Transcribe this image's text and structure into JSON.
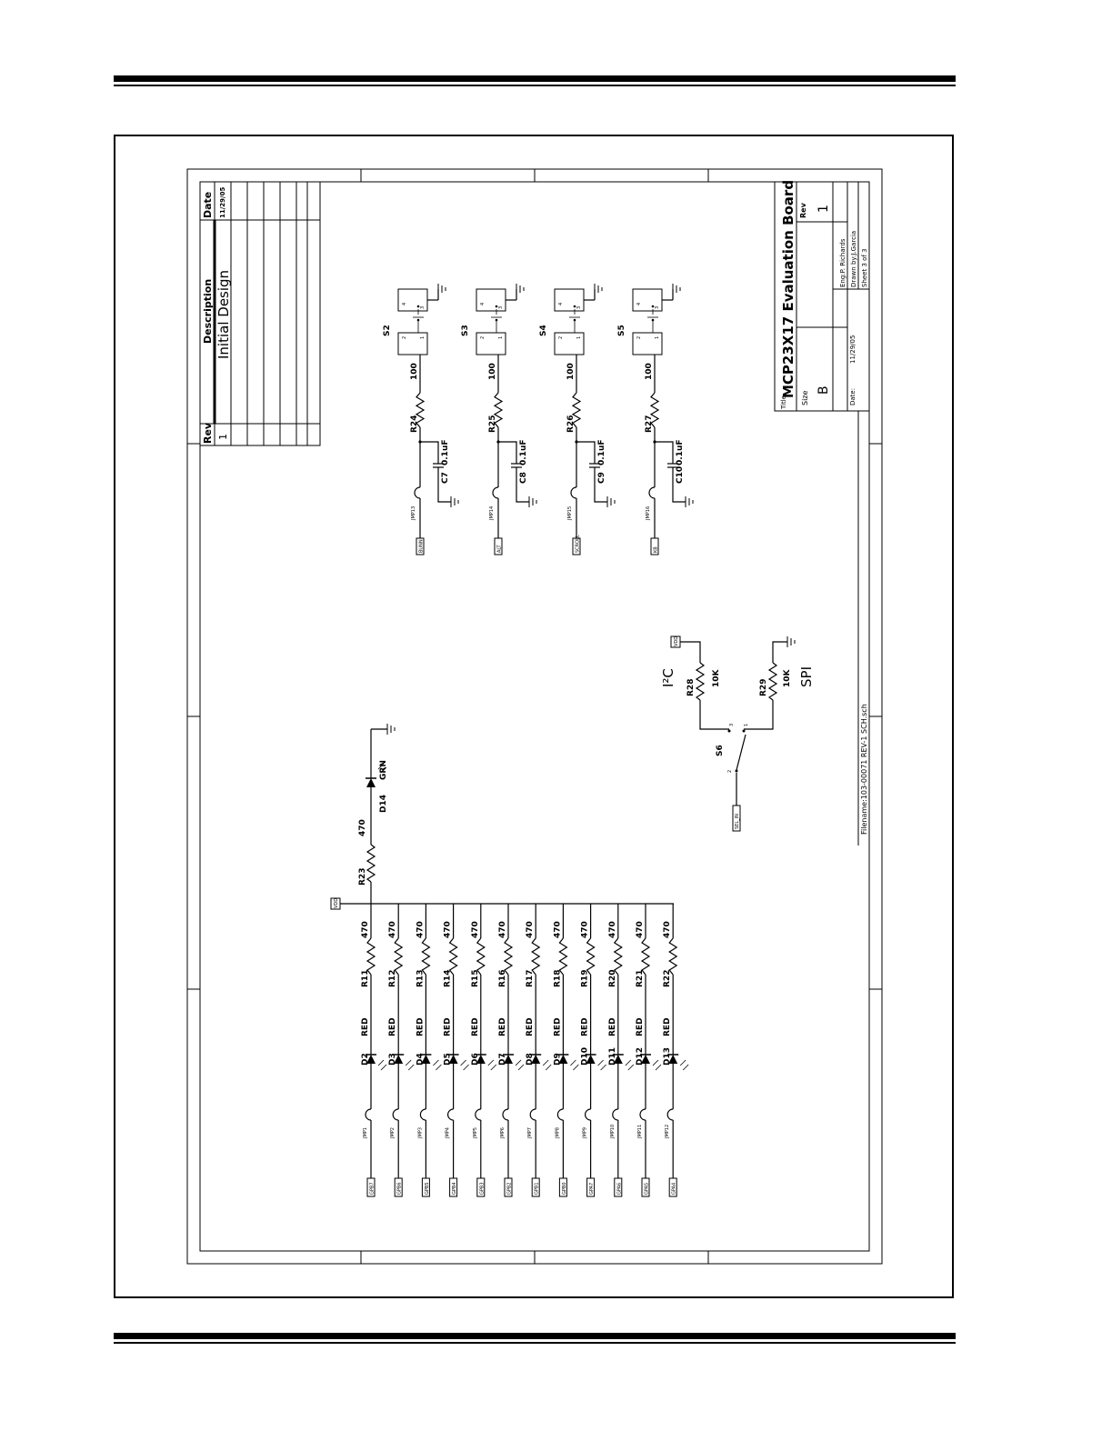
{
  "revision_table": {
    "header_rev": "Rev",
    "header_description": "Description",
    "header_date": "Date",
    "row_rev": "1",
    "row_description": "Initial Design",
    "row_date": "11/29/05"
  },
  "title_block": {
    "title_prefix": "Title",
    "title": "MCP23X17 Evaluation Board",
    "size_label": "Size",
    "size_value": "B",
    "rev_label": "Rev",
    "rev_value": "1",
    "date_label": "Date:",
    "date_value": "11/29/05",
    "eng": "Eng:P. Richards",
    "drawn": "Drawn by:J.Garcia",
    "sheet": "Sheet 3 of 3",
    "filename": "Filename:103-00071 REV-1 SCH.sch"
  },
  "led_rows": [
    {
      "port": "GPB7",
      "jmp": "JMP1",
      "diode": "D2",
      "color": "RED",
      "res": "R11",
      "value": "470"
    },
    {
      "port": "GPB6",
      "jmp": "JMP2",
      "diode": "D3",
      "color": "RED",
      "res": "R12",
      "value": "470"
    },
    {
      "port": "GPB5",
      "jmp": "JMP3",
      "diode": "D4",
      "color": "RED",
      "res": "R13",
      "value": "470"
    },
    {
      "port": "GPB4",
      "jmp": "JMP4",
      "diode": "D5",
      "color": "RED",
      "res": "R14",
      "value": "470"
    },
    {
      "port": "GPB3",
      "jmp": "JMP5",
      "diode": "D6",
      "color": "RED",
      "res": "R15",
      "value": "470"
    },
    {
      "port": "GPB2",
      "jmp": "JMP6",
      "diode": "D7",
      "color": "RED",
      "res": "R16",
      "value": "470"
    },
    {
      "port": "GPB1",
      "jmp": "JMP7",
      "diode": "D8",
      "color": "RED",
      "res": "R17",
      "value": "470"
    },
    {
      "port": "GPB0",
      "jmp": "JMP8",
      "diode": "D9",
      "color": "RED",
      "res": "R18",
      "value": "470"
    },
    {
      "port": "GPA7",
      "jmp": "JMP9",
      "diode": "D10",
      "color": "RED",
      "res": "R19",
      "value": "470"
    },
    {
      "port": "GPA6",
      "jmp": "JMP10",
      "diode": "D11",
      "color": "RED",
      "res": "R20",
      "value": "470"
    },
    {
      "port": "GPA5",
      "jmp": "JMP11",
      "diode": "D12",
      "color": "RED",
      "res": "R21",
      "value": "470"
    },
    {
      "port": "GPA4",
      "jmp": "JMP12",
      "diode": "D13",
      "color": "RED",
      "res": "R22",
      "value": "470"
    }
  ],
  "vdd_label": "VDD",
  "power_led": {
    "res": "R23",
    "value": "470",
    "diode": "D14",
    "color": "GRN"
  },
  "switch_rows": [
    {
      "net": "BUNN",
      "jmp": "JMP13",
      "cap": "C7",
      "cap_value": "0.1uF",
      "res": "R24",
      "value": "100",
      "sw": "S2"
    },
    {
      "net": "ALT",
      "jmp": "JMP14",
      "cap": "C8",
      "cap_value": "0.1uF",
      "res": "R25",
      "value": "100",
      "sw": "S3"
    },
    {
      "net": "SCROLL",
      "jmp": "JMP15",
      "cap": "C9",
      "cap_value": "0.1uF",
      "res": "R26",
      "value": "100",
      "sw": "S4"
    },
    {
      "net": "KB",
      "jmp": "JMP16",
      "cap": "C10",
      "cap_value": "0.1uF",
      "res": "R27",
      "value": "100",
      "sw": "S5"
    }
  ],
  "sw_pins": [
    "2",
    "1",
    "4",
    "3"
  ],
  "select": {
    "net": "SEL_IN",
    "sw": "S6",
    "pin1": "1",
    "pin2": "2",
    "pin3": "3",
    "r_top": "R28",
    "r_top_value": "10K",
    "r_bot": "R29",
    "r_bot_value": "10K",
    "vdd": "VDD",
    "label_i2c": "I²C",
    "label_spi": "SPI"
  }
}
